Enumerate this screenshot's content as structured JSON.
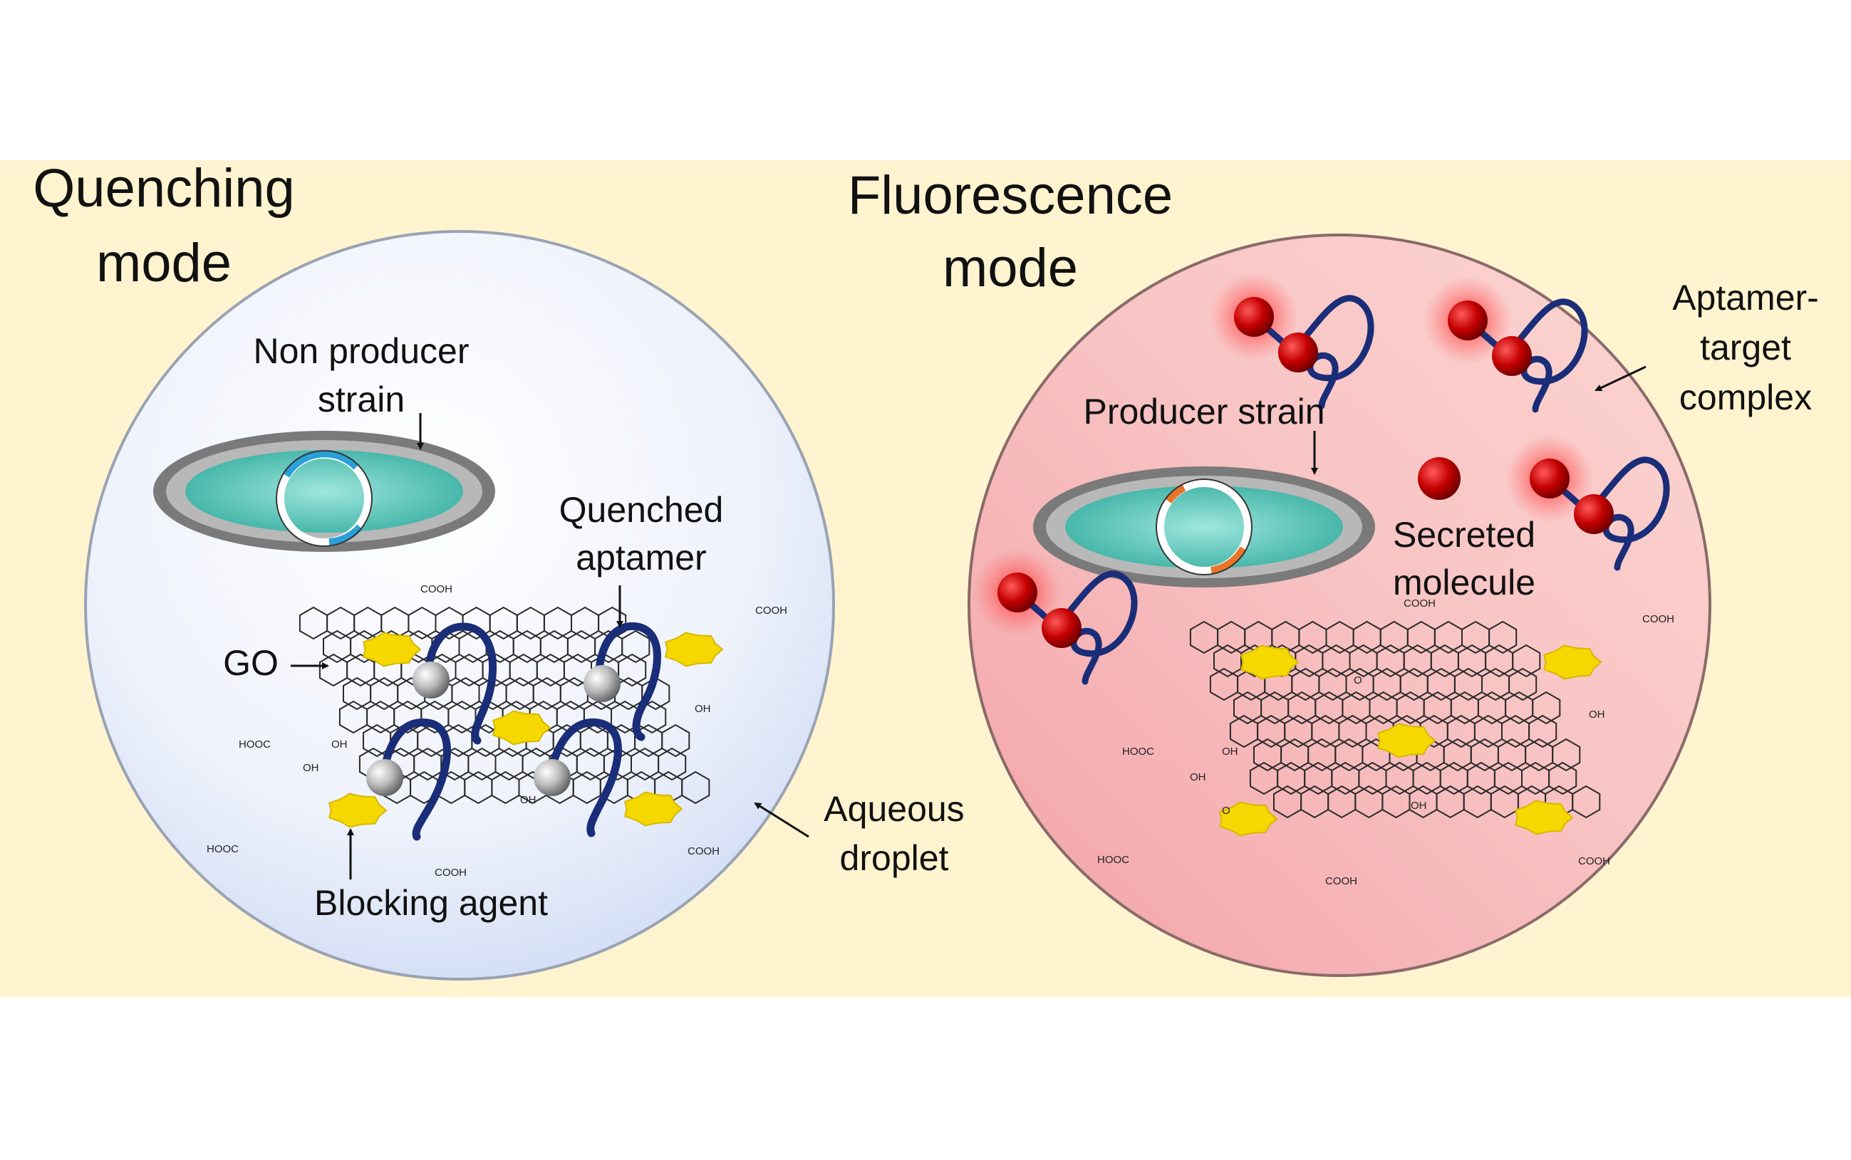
{
  "left_panel": {
    "title_line1": "Quenching",
    "title_line2": "mode",
    "non_producer_line1": "Non producer",
    "non_producer_line2": "strain",
    "quenched_line1": "Quenched",
    "quenched_line2": "aptamer",
    "go_label": "GO",
    "blocking_agent": "Blocking agent",
    "aqueous_line1": "Aqueous",
    "aqueous_line2": "droplet"
  },
  "right_panel": {
    "title_line1": "Fluorescence",
    "title_line2": "mode",
    "producer_strain": "Producer strain",
    "complex_line1": "Aptamer-",
    "complex_line2": "target",
    "complex_line3": "complex",
    "secreted_line1": "Secreted",
    "secreted_line2": "molecule"
  },
  "chem_groups": {
    "cooh": "COOH",
    "hooc": "HOOC",
    "oh": "OH",
    "o": "O"
  },
  "colors": {
    "background": "#fff4cf",
    "aptamer": "#1a2d78",
    "blocking_agent": "#f5d800",
    "target_molecule": "#b50000",
    "plasmid_blue": "#2aa0d8",
    "plasmid_orange": "#e8742a",
    "cell_body": "#5fc6b5"
  }
}
